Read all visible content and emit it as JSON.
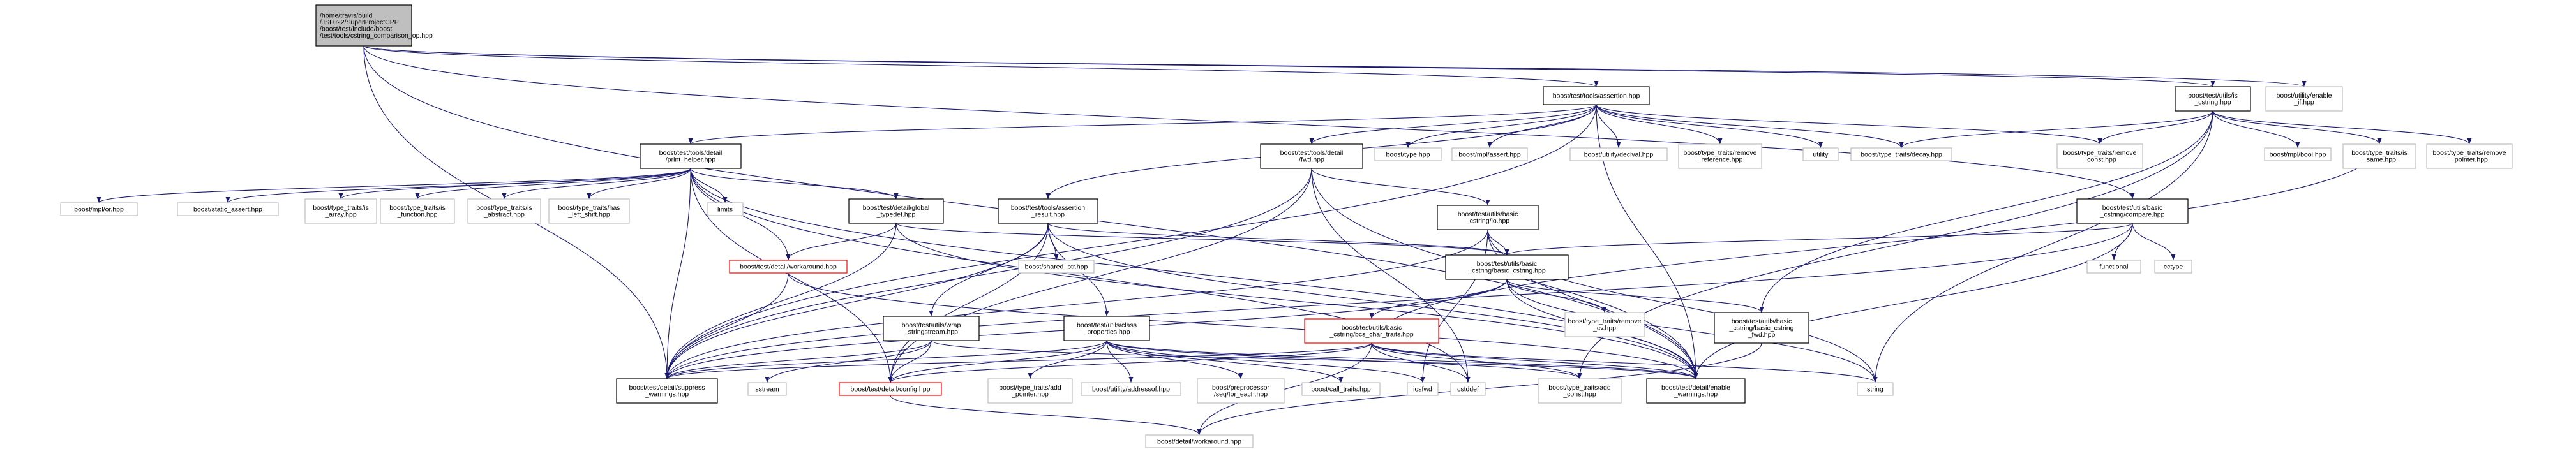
{
  "diagram": {
    "title": "",
    "nodes": [
      {
        "id": "root",
        "lines": [
          "/home/travis/build",
          "/JSL022/SuperProjectCPP",
          "/boost/test/include/boost",
          "/test/tools/cstring_comparison_op.hpp"
        ],
        "style": "root"
      },
      {
        "id": "assertion",
        "lines": [
          "boost/test/tools/assertion.hpp"
        ],
        "style": "black"
      },
      {
        "id": "is_cstring",
        "lines": [
          "boost/test/utils/is",
          "_cstring.hpp"
        ],
        "style": "black"
      },
      {
        "id": "enable_if",
        "lines": [
          "boost/utility/enable",
          "_if.hpp"
        ],
        "style": "gray"
      },
      {
        "id": "print_helper",
        "lines": [
          "boost/test/tools/detail",
          "/print_helper.hpp"
        ],
        "style": "black"
      },
      {
        "id": "tools_fwd",
        "lines": [
          "boost/test/tools/detail",
          "/fwd.hpp"
        ],
        "style": "black"
      },
      {
        "id": "type_hpp",
        "lines": [
          "boost/type.hpp"
        ],
        "style": "gray"
      },
      {
        "id": "mpl_assert",
        "lines": [
          "boost/mpl/assert.hpp"
        ],
        "style": "gray"
      },
      {
        "id": "decval",
        "lines": [
          "boost/utility/declval.hpp"
        ],
        "style": "gray"
      },
      {
        "id": "remove_reference",
        "lines": [
          "boost/type_traits/remove",
          "_reference.hpp"
        ],
        "style": "gray"
      },
      {
        "id": "utility",
        "lines": [
          "utility"
        ],
        "style": "gray"
      },
      {
        "id": "decay",
        "lines": [
          "boost/type_traits/decay.hpp"
        ],
        "style": "gray"
      },
      {
        "id": "remove_const",
        "lines": [
          "boost/type_traits/remove",
          "_const.hpp"
        ],
        "style": "gray"
      },
      {
        "id": "mpl_bool",
        "lines": [
          "boost/mpl/bool.hpp"
        ],
        "style": "gray"
      },
      {
        "id": "is_same",
        "lines": [
          "boost/type_traits/is",
          "_same.hpp"
        ],
        "style": "gray"
      },
      {
        "id": "remove_pointer",
        "lines": [
          "boost/type_traits/remove",
          "_pointer.hpp"
        ],
        "style": "gray"
      },
      {
        "id": "mpl_or",
        "lines": [
          "boost/mpl/or.hpp"
        ],
        "style": "gray"
      },
      {
        "id": "static_assert",
        "lines": [
          "boost/static_assert.hpp"
        ],
        "style": "gray"
      },
      {
        "id": "is_array",
        "lines": [
          "boost/type_traits/is",
          "_array.hpp"
        ],
        "style": "gray"
      },
      {
        "id": "is_function",
        "lines": [
          "boost/type_traits/is",
          "_function.hpp"
        ],
        "style": "gray"
      },
      {
        "id": "is_abstract",
        "lines": [
          "boost/type_traits/is",
          "_abstract.hpp"
        ],
        "style": "gray"
      },
      {
        "id": "has_left_shift",
        "lines": [
          "boost/type_traits/has",
          "_left_shift.hpp"
        ],
        "style": "gray"
      },
      {
        "id": "limits",
        "lines": [
          "limits"
        ],
        "style": "gray"
      },
      {
        "id": "global_typedef",
        "lines": [
          "boost/test/detail/global",
          "_typedef.hpp"
        ],
        "style": "black"
      },
      {
        "id": "assertion_result",
        "lines": [
          "boost/test/tools/assertion",
          "_result.hpp"
        ],
        "style": "black"
      },
      {
        "id": "shared_ptr",
        "lines": [
          "boost/shared_ptr.hpp"
        ],
        "style": "gray"
      },
      {
        "id": "io_hpp",
        "lines": [
          "boost/test/utils/basic",
          "_cstring/io.hpp"
        ],
        "style": "black"
      },
      {
        "id": "compare_hpp",
        "lines": [
          "boost/test/utils/basic",
          "_cstring/compare.hpp"
        ],
        "style": "black"
      },
      {
        "id": "functional",
        "lines": [
          "functional"
        ],
        "style": "gray"
      },
      {
        "id": "cctype",
        "lines": [
          "cctype"
        ],
        "style": "gray"
      },
      {
        "id": "workaround_test",
        "lines": [
          "boost/test/detail/workaround.hpp"
        ],
        "style": "red"
      },
      {
        "id": "basic_cstring",
        "lines": [
          "boost/test/utils/basic",
          "_cstring/basic_cstring.hpp"
        ],
        "style": "black"
      },
      {
        "id": "remove_cv",
        "lines": [
          "boost/type_traits/remove",
          "_cv.hpp"
        ],
        "style": "gray"
      },
      {
        "id": "bcs_char_traits",
        "lines": [
          "boost/test/utils/basic",
          "_cstring/bcs_char_traits.hpp"
        ],
        "style": "red"
      },
      {
        "id": "basic_cstring_fwd",
        "lines": [
          "boost/test/utils/basic",
          "_cstring/basic_cstring",
          "_fwd.hpp"
        ],
        "style": "black"
      },
      {
        "id": "wrap_stringstream",
        "lines": [
          "boost/test/utils/wrap",
          "_stringstream.hpp"
        ],
        "style": "black"
      },
      {
        "id": "class_properties",
        "lines": [
          "boost/test/utils/class",
          "_properties.hpp"
        ],
        "style": "black"
      },
      {
        "id": "suppress_warnings",
        "lines": [
          "boost/test/detail/suppress",
          "_warnings.hpp"
        ],
        "style": "black"
      },
      {
        "id": "sstream",
        "lines": [
          "sstream"
        ],
        "style": "gray"
      },
      {
        "id": "config",
        "lines": [
          "boost/test/detail/config.hpp"
        ],
        "style": "red"
      },
      {
        "id": "add_pointer",
        "lines": [
          "boost/type_traits/add",
          "_pointer.hpp"
        ],
        "style": "gray"
      },
      {
        "id": "addressof",
        "lines": [
          "boost/utility/addressof.hpp"
        ],
        "style": "gray"
      },
      {
        "id": "seq_for_each",
        "lines": [
          "boost/preprocessor",
          "/seq/for_each.hpp"
        ],
        "style": "gray"
      },
      {
        "id": "call_traits",
        "lines": [
          "boost/call_traits.hpp"
        ],
        "style": "gray"
      },
      {
        "id": "iosfwd",
        "lines": [
          "iosfwd"
        ],
        "style": "gray"
      },
      {
        "id": "cstddef",
        "lines": [
          "cstddef"
        ],
        "style": "gray"
      },
      {
        "id": "add_const",
        "lines": [
          "boost/type_traits/add",
          "_const.hpp"
        ],
        "style": "gray"
      },
      {
        "id": "enable_warnings",
        "lines": [
          "boost/test/detail/enable",
          "_warnings.hpp"
        ],
        "style": "black"
      },
      {
        "id": "string",
        "lines": [
          "string"
        ],
        "style": "gray"
      },
      {
        "id": "workaround_detail",
        "lines": [
          "boost/detail/workaround.hpp"
        ],
        "style": "gray"
      }
    ],
    "edges": [
      [
        "root",
        "assertion"
      ],
      [
        "root",
        "is_cstring"
      ],
      [
        "root",
        "enable_if"
      ],
      [
        "root",
        "compare_hpp"
      ],
      [
        "root",
        "suppress_warnings"
      ],
      [
        "root",
        "enable_warnings"
      ],
      [
        "assertion",
        "print_helper"
      ],
      [
        "assertion",
        "tools_fwd"
      ],
      [
        "assertion",
        "assertion_result"
      ],
      [
        "assertion",
        "type_hpp"
      ],
      [
        "assertion",
        "mpl_assert"
      ],
      [
        "assertion",
        "decval"
      ],
      [
        "assertion",
        "remove_reference"
      ],
      [
        "assertion",
        "utility"
      ],
      [
        "assertion",
        "decay"
      ],
      [
        "assertion",
        "remove_const"
      ],
      [
        "assertion",
        "suppress_warnings"
      ],
      [
        "assertion",
        "enable_warnings"
      ],
      [
        "is_cstring",
        "decay"
      ],
      [
        "is_cstring",
        "remove_const"
      ],
      [
        "is_cstring",
        "mpl_bool"
      ],
      [
        "is_cstring",
        "is_same"
      ],
      [
        "is_cstring",
        "remove_pointer"
      ],
      [
        "is_cstring",
        "string"
      ],
      [
        "is_cstring",
        "add_const"
      ],
      [
        "is_cstring",
        "basic_cstring_fwd"
      ],
      [
        "print_helper",
        "mpl_or"
      ],
      [
        "print_helper",
        "static_assert"
      ],
      [
        "print_helper",
        "is_array"
      ],
      [
        "print_helper",
        "is_function"
      ],
      [
        "print_helper",
        "is_abstract"
      ],
      [
        "print_helper",
        "has_left_shift"
      ],
      [
        "print_helper",
        "limits"
      ],
      [
        "print_helper",
        "global_typedef"
      ],
      [
        "print_helper",
        "workaround_test"
      ],
      [
        "print_helper",
        "config"
      ],
      [
        "print_helper",
        "suppress_warnings"
      ],
      [
        "print_helper",
        "enable_warnings"
      ],
      [
        "print_helper",
        "cstddef"
      ],
      [
        "tools_fwd",
        "io_hpp"
      ],
      [
        "tools_fwd",
        "config"
      ],
      [
        "tools_fwd",
        "suppress_warnings"
      ],
      [
        "tools_fwd",
        "enable_warnings"
      ],
      [
        "tools_fwd",
        "cstddef"
      ],
      [
        "global_typedef",
        "workaround_test"
      ],
      [
        "global_typedef",
        "basic_cstring"
      ],
      [
        "global_typedef",
        "suppress_warnings"
      ],
      [
        "global_typedef",
        "enable_warnings"
      ],
      [
        "assertion_result",
        "shared_ptr"
      ],
      [
        "assertion_result",
        "basic_cstring"
      ],
      [
        "assertion_result",
        "wrap_stringstream"
      ],
      [
        "assertion_result",
        "class_properties"
      ],
      [
        "assertion_result",
        "config"
      ],
      [
        "assertion_result",
        "suppress_warnings"
      ],
      [
        "assertion_result",
        "enable_warnings"
      ],
      [
        "io_hpp",
        "basic_cstring"
      ],
      [
        "io_hpp",
        "iosfwd"
      ],
      [
        "io_hpp",
        "string"
      ],
      [
        "io_hpp",
        "suppress_warnings"
      ],
      [
        "io_hpp",
        "enable_warnings"
      ],
      [
        "compare_hpp",
        "basic_cstring"
      ],
      [
        "compare_hpp",
        "functional"
      ],
      [
        "compare_hpp",
        "cctype"
      ],
      [
        "compare_hpp",
        "suppress_warnings"
      ],
      [
        "compare_hpp",
        "enable_warnings"
      ],
      [
        "workaround_test",
        "suppress_warnings"
      ],
      [
        "workaround_test",
        "enable_warnings"
      ],
      [
        "basic_cstring",
        "basic_cstring_fwd"
      ],
      [
        "basic_cstring",
        "bcs_char_traits"
      ],
      [
        "basic_cstring",
        "remove_cv"
      ],
      [
        "basic_cstring",
        "string"
      ],
      [
        "basic_cstring",
        "suppress_warnings"
      ],
      [
        "basic_cstring",
        "enable_warnings"
      ],
      [
        "bcs_char_traits",
        "config"
      ],
      [
        "bcs_char_traits",
        "add_const"
      ],
      [
        "bcs_char_traits",
        "is_same"
      ],
      [
        "bcs_char_traits",
        "cstddef"
      ],
      [
        "bcs_char_traits",
        "string"
      ],
      [
        "bcs_char_traits",
        "workaround_detail"
      ],
      [
        "bcs_char_traits",
        "suppress_warnings"
      ],
      [
        "bcs_char_traits",
        "enable_warnings"
      ],
      [
        "basic_cstring_fwd",
        "workaround_detail"
      ],
      [
        "wrap_stringstream",
        "sstream"
      ],
      [
        "wrap_stringstream",
        "config"
      ],
      [
        "wrap_stringstream",
        "suppress_warnings"
      ],
      [
        "wrap_stringstream",
        "enable_warnings"
      ],
      [
        "class_properties",
        "config"
      ],
      [
        "class_properties",
        "add_pointer"
      ],
      [
        "class_properties",
        "addressof"
      ],
      [
        "class_properties",
        "seq_for_each"
      ],
      [
        "class_properties",
        "call_traits"
      ],
      [
        "class_properties",
        "iosfwd"
      ],
      [
        "class_properties",
        "add_const"
      ],
      [
        "class_properties",
        "suppress_warnings"
      ],
      [
        "class_properties",
        "enable_warnings"
      ],
      [
        "config",
        "workaround_detail"
      ]
    ]
  }
}
